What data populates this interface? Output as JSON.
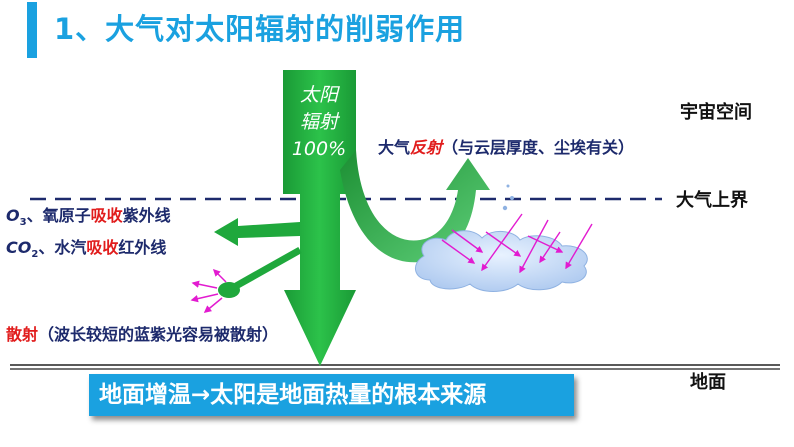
{
  "title": "1、大气对太阳辐射的削弱作用",
  "sun_radiation": {
    "line1": "太阳",
    "line2": "辐射",
    "line3": "100%"
  },
  "labels": {
    "space": "宇宙空间",
    "atmosphere_top": "大气上界",
    "ground": "地面",
    "reflection_prefix": "大气",
    "reflection_keyword": "反射",
    "reflection_note": "（与云层厚度、尘埃有关）",
    "ozone_formula": "O",
    "ozone_sub": "3",
    "ozone_text": "、氧原子",
    "ozone_keyword": "吸收",
    "ozone_suffix": "紫外线",
    "co2_formula": "CO",
    "co2_sub": "2",
    "co2_text": "、水汽",
    "co2_keyword": "吸收",
    "co2_suffix": "红外线",
    "scatter_keyword": "散射",
    "scatter_note": "（波长较短的蓝紫光容易被散射）"
  },
  "conclusion": "地面增温→太阳是地面热量的根本来源",
  "colors": {
    "accent": "#1aa1e0",
    "arrow": "#1fa83c",
    "keyword": "#e11c1c",
    "ray": "#e21bd0"
  }
}
